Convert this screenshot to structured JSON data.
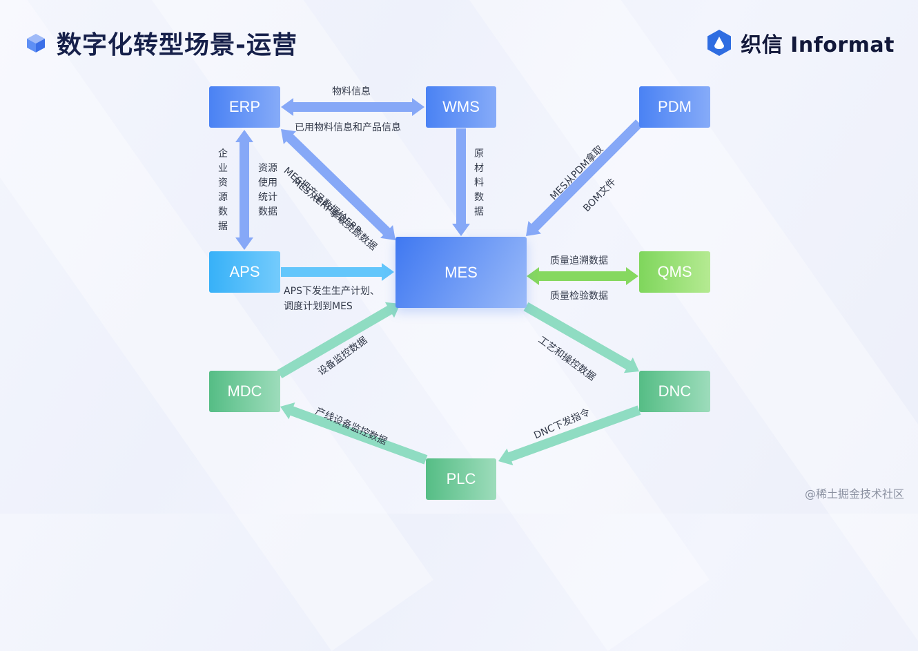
{
  "header": {
    "title": "数字化转型场景-运营"
  },
  "brand": {
    "name": "织信 Informat"
  },
  "nodes": {
    "erp": "ERP",
    "wms": "WMS",
    "pdm": "PDM",
    "aps": "APS",
    "mes": "MES",
    "qms": "QMS",
    "mdc": "MDC",
    "dnc": "DNC",
    "plc": "PLC"
  },
  "labels": {
    "erp_wms_top": "物料信息",
    "erp_wms_bottom": "已用物料信息和产品信息",
    "erp_aps_left": "企\n业\n资\n源\n数\n据",
    "erp_aps_right": "资源\n使用\n统计\n数据",
    "wms_mes": "原\n材\n料\n数\n据",
    "erp_mes_upper": "MES从ERP拿取资源数据",
    "erp_mes_lower": "MES把产品数据给ERP",
    "pdm_mes_upper": "MES从PDM拿取",
    "pdm_mes_lower": "BOM文件",
    "aps_mes": "APS下发生生产计划、\n调度计划到MES",
    "qms_top": "质量追溯数据",
    "qms_bottom": "质量检验数据",
    "mdc_mes": "设备监控数据",
    "mes_dnc": "工艺和操控数据",
    "dnc_plc": "DNC下发指令",
    "plc_mdc": "产线设备监控数据"
  },
  "colors": {
    "title": "#16204a",
    "blue_box": "#4f87f5",
    "blue_arrow": "#86a8f7",
    "aps_box": "#3fb6fa",
    "aps_arrow": "#63c6fb",
    "qms_box": "#8ad96a",
    "qms_arrow": "#86d860",
    "green_box": "#5fc28e",
    "green_arrow": "#8fdcc2",
    "brand_logo": "#2f6de1"
  },
  "watermark": "@稀土掘金技术社区"
}
